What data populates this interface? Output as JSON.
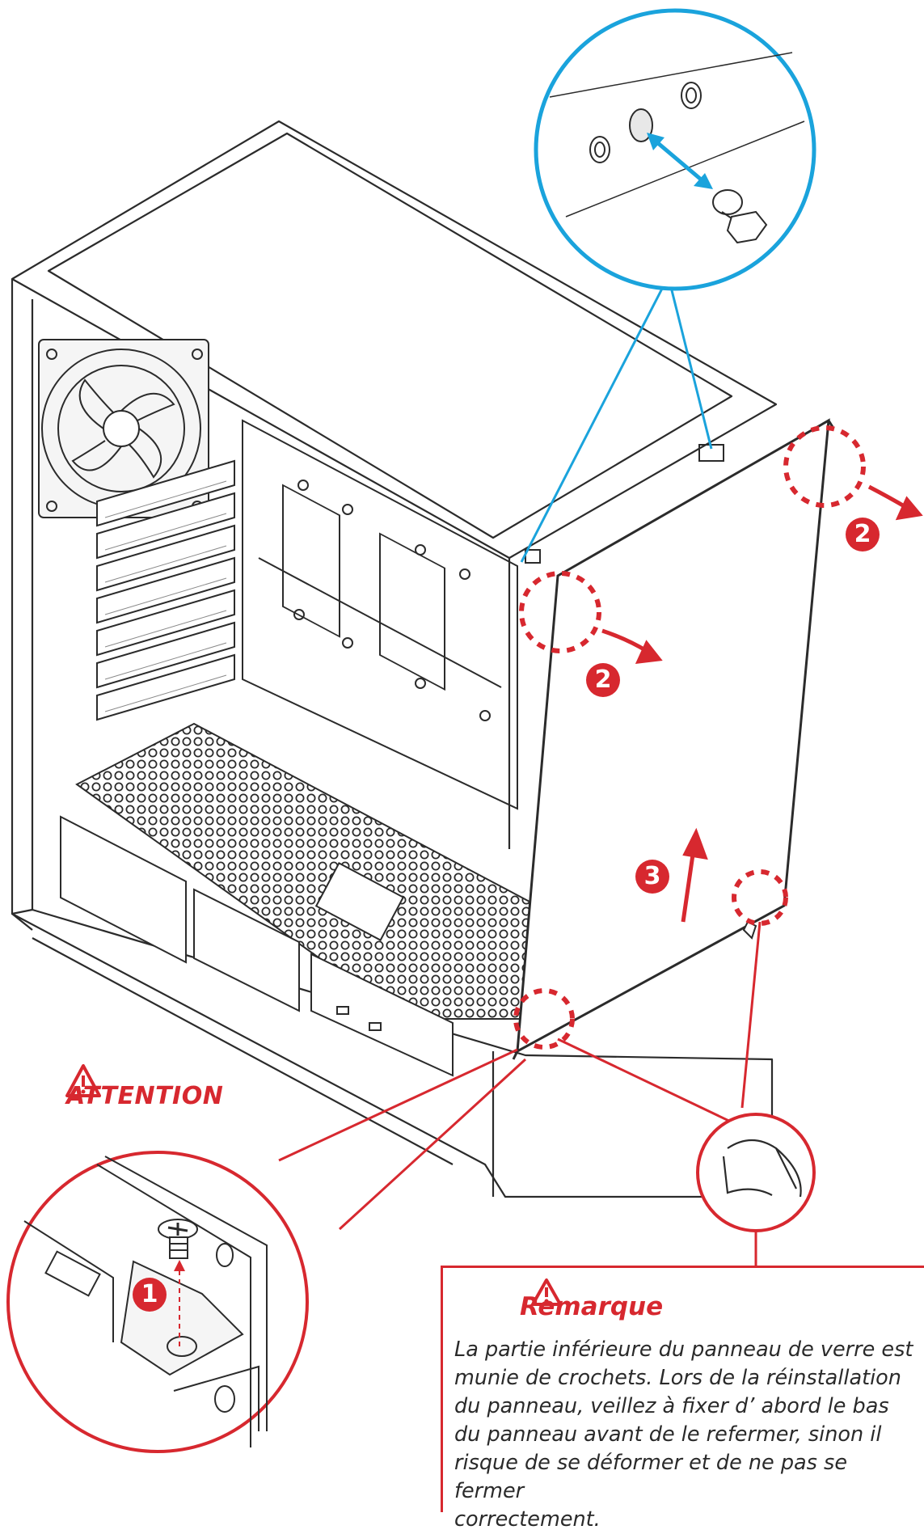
{
  "caution": {
    "label": "ATTENTION",
    "icon": "warning-triangle-icon"
  },
  "note": {
    "title": "Remarque",
    "icon": "warning-triangle-icon",
    "text": "La partie inférieure du panneau de verre est\nmunie de crochets. Lors de la réinstallation\ndu panneau, veillez à fixer d’ abord le bas\ndu panneau avant de le refermer, sinon il\nrisque de se déformer et de ne pas se fermer\ncorrectement."
  },
  "steps": {
    "step1": "1",
    "step2a": "2",
    "step2b": "2",
    "step3": "3"
  },
  "colors": {
    "accent_red": "#d7282f",
    "accent_blue": "#1aa3dc",
    "line": "#2b2b2b"
  }
}
